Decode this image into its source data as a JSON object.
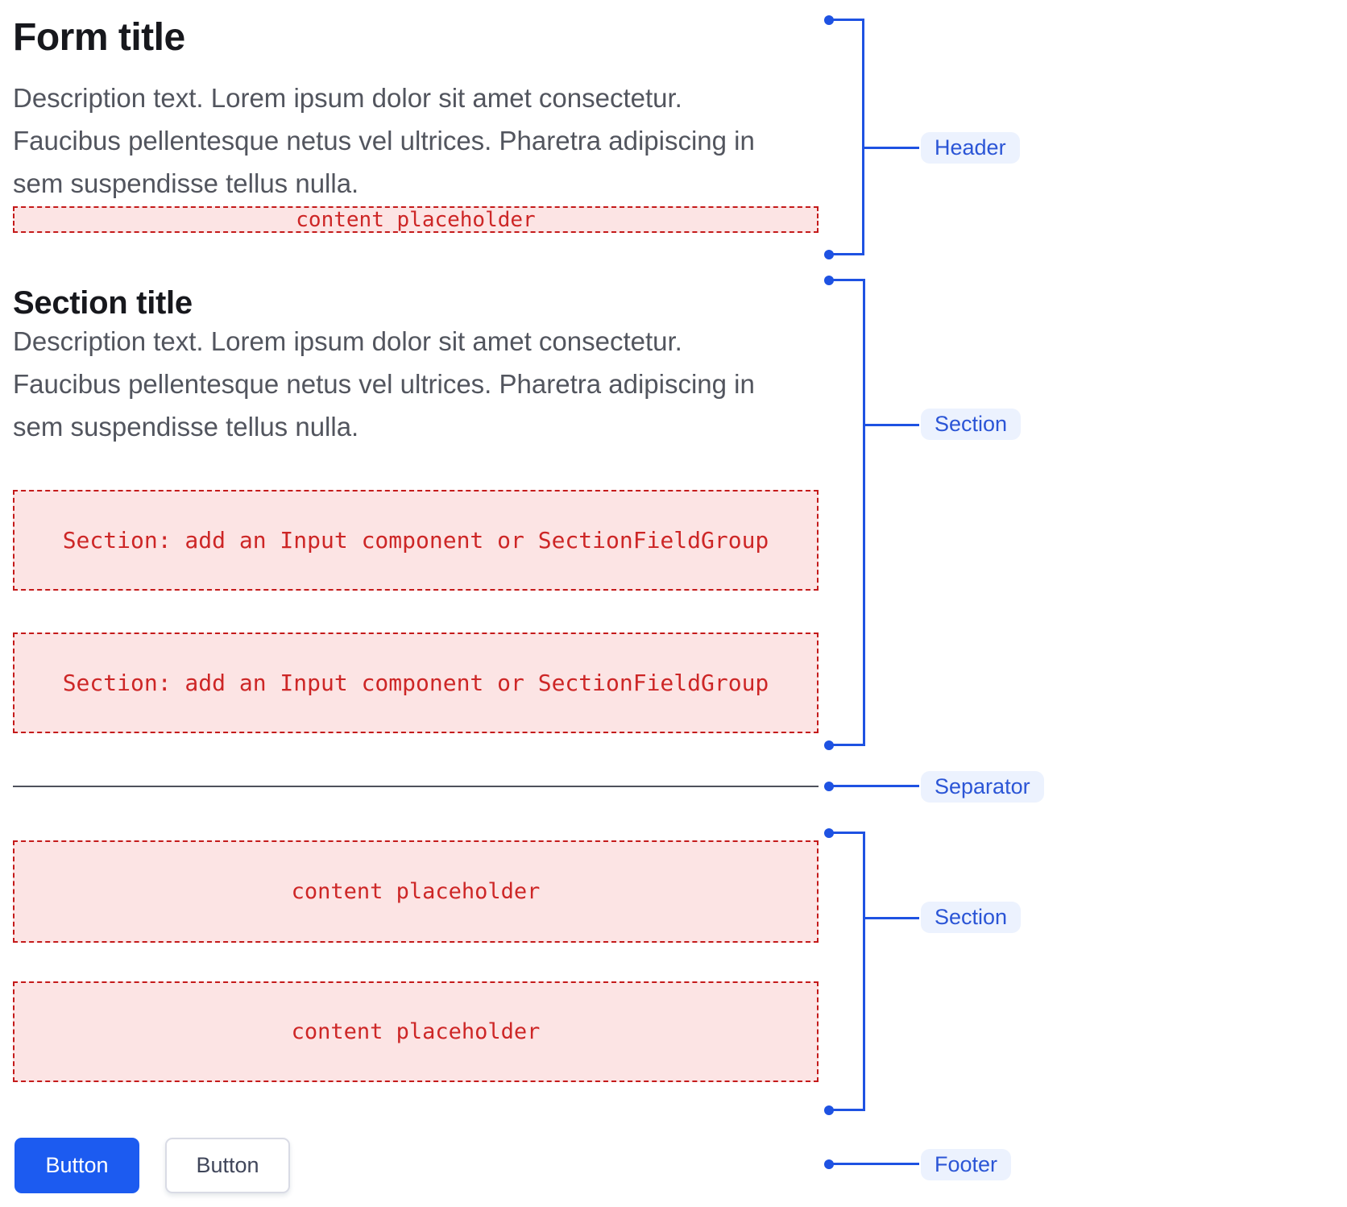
{
  "form": {
    "title": "Form title",
    "description_lines": [
      "Description text. Lorem ipsum dolor sit amet consectetur.",
      "Faucibus pellentesque netus vel ultrices. Pharetra adipiscing in",
      "sem suspendisse tellus nulla."
    ],
    "header_placeholder": "content placeholder"
  },
  "section": {
    "title": "Section title",
    "description_lines": [
      "Description text. Lorem ipsum dolor sit amet consectetur.",
      "Faucibus pellentesque netus vel ultrices. Pharetra adipiscing in",
      "sem suspendisse tellus nulla."
    ],
    "field_placeholders": [
      "Section: add an Input component or SectionFieldGroup",
      "Section: add an Input component or SectionFieldGroup"
    ]
  },
  "bottom_section": {
    "placeholders": [
      "content placeholder",
      "content placeholder"
    ]
  },
  "footer": {
    "primary_button": "Button",
    "secondary_button": "Button"
  },
  "annotations": {
    "header": "Header",
    "section_1": "Section",
    "separator": "Separator",
    "section_2": "Section",
    "footer": "Footer"
  },
  "colors": {
    "accent_blue": "#1e52e2",
    "pill_background": "#ecf2fe",
    "pill_text": "#2b55d6",
    "placeholder_background": "#fce4e4",
    "placeholder_border": "#c41a1a",
    "placeholder_text": "#cd2626",
    "primary_button_background": "#1c5bf0",
    "secondary_button_border": "#d9dbe5",
    "separator_gray": "#4e515c"
  }
}
